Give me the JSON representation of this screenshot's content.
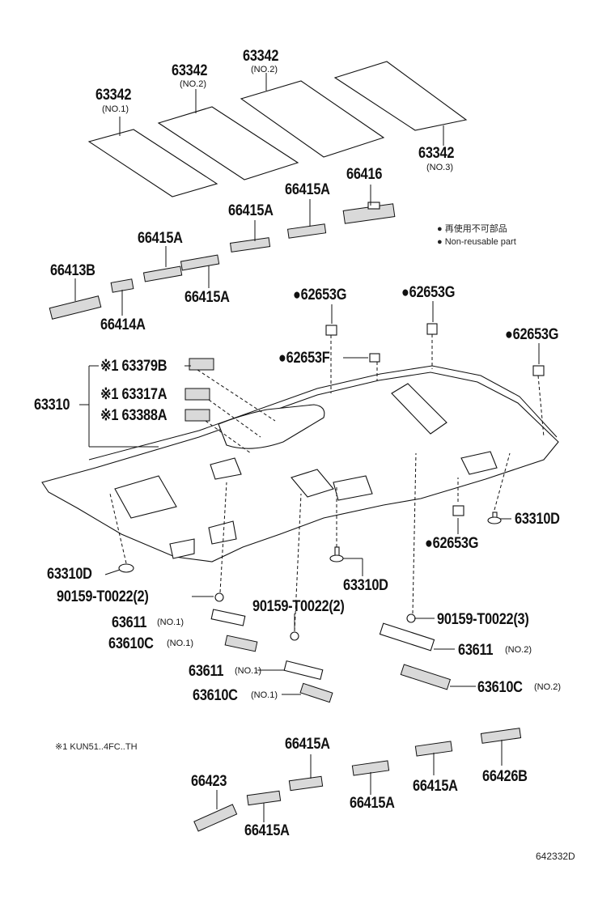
{
  "parts": {
    "p63342_a": "63342",
    "p63342_a_sub": "(NO.1)",
    "p63342_b": "63342",
    "p63342_b_sub": "(NO.2)",
    "p63342_c": "63342",
    "p63342_c_sub": "(NO.2)",
    "p63342_d": "63342",
    "p63342_d_sub": "(NO.3)",
    "p66416": "66416",
    "p66415A_1": "66415A",
    "p66415A_2": "66415A",
    "p66415A_3": "66415A",
    "p66415A_4": "66415A",
    "p66413B": "66413B",
    "p66414A": "66414A",
    "p62653G_1": "●62653G",
    "p62653G_2": "●62653G",
    "p62653G_3": "●62653G",
    "p62653G_4": "●62653G",
    "p62653F": "●62653F",
    "p63379B": "※1 63379B",
    "p63317A": "※1 63317A",
    "p63388A": "※1 63388A",
    "p63310": "63310",
    "p63310D_1": "63310D",
    "p63310D_2": "63310D",
    "p63310D_3": "63310D",
    "p90159_1": "90159-T0022(2)",
    "p90159_2": "90159-T0022(2)",
    "p90159_3": "90159-T0022(3)",
    "p63611_1": "63611",
    "p63611_1_sub": "(NO.1)",
    "p63610C_1": "63610C",
    "p63610C_1_sub": "(NO.1)",
    "p63611_2": "63611",
    "p63611_2_sub": "(NO.1)",
    "p63610C_2": "63610C",
    "p63610C_2_sub": "(NO.1)",
    "p63611_3": "63611",
    "p63611_3_sub": "(NO.2)",
    "p63610C_3": "63610C",
    "p63610C_3_sub": "(NO.2)",
    "p66415A_5": "66415A",
    "p66415A_6": "66415A",
    "p66415A_7": "66415A",
    "p66415A_8": "66415A",
    "p66423": "66423",
    "p66426B": "66426B"
  },
  "legend": {
    "line1": "● 再使用不可部品",
    "line2": "● Non-reusable part"
  },
  "footnote": "※1  KUN51..4FC..TH",
  "diagram_id": "642332D"
}
